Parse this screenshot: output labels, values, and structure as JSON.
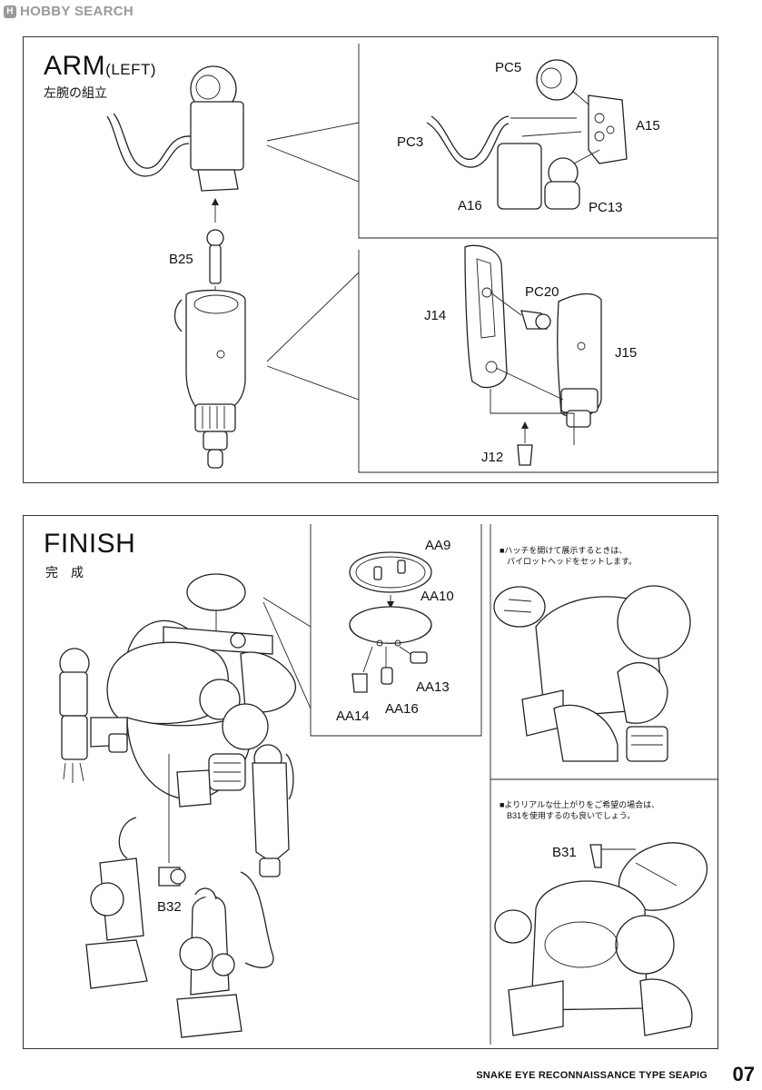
{
  "watermark": {
    "brand": "HOBBY SEARCH",
    "logo_letter": "H"
  },
  "arm_section": {
    "title": "ARM",
    "title_suffix": "(LEFT)",
    "subtitle": "左腕の組立",
    "labels": {
      "b25": "B25",
      "pc5": "PC5",
      "pc3": "PC3",
      "a15": "A15",
      "a16": "A16",
      "pc13": "PC13",
      "pc20": "PC20",
      "j14": "J14",
      "j15": "J15",
      "j12": "J12"
    }
  },
  "finish_section": {
    "title": "FINISH",
    "subtitle": "完　成",
    "labels": {
      "aa9": "AA9",
      "aa10": "AA10",
      "aa13": "AA13",
      "aa14": "AA14",
      "aa16": "AA16",
      "b32": "B32",
      "b31": "B31"
    },
    "note_hatch_line1": "■ハッチを開けて展示するときは、",
    "note_hatch_line2": "パイロットヘッドをセットします。",
    "note_real_line1": "■よりリアルな仕上がりをご希望の場合は、",
    "note_real_line2": "B31を使用するのも良いでしょう。"
  },
  "footer": {
    "product_name": "SNAKE EYE RECONNAISSANCE TYPE SEAPIG",
    "page_number": "07"
  }
}
